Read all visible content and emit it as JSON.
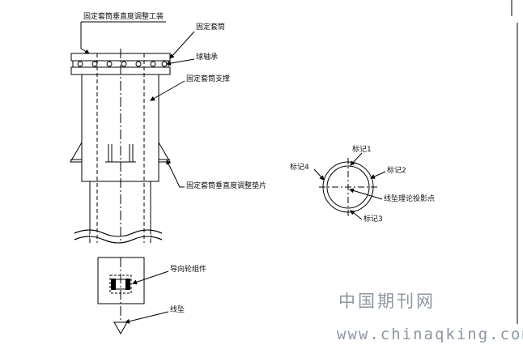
{
  "labels": {
    "adjust_tool": "固定套筒垂直度调整工装",
    "fixed_sleeve": "固定套筒",
    "ball_bearing": "球轴承",
    "sleeve_support": "固定套筒支撑",
    "adjust_shim": "固定套筒垂直度调整垫片",
    "guide_wheel": "导向轮组件",
    "plumb_line": "线坠"
  },
  "circle_labels": {
    "mark1": "标记1",
    "mark2": "标记2",
    "mark3": "标记3",
    "mark4": "标记4",
    "projection": "线坠理论投影点"
  },
  "watermark": {
    "chinese": "中国期刊网",
    "url": "www.chinaqking.com"
  }
}
